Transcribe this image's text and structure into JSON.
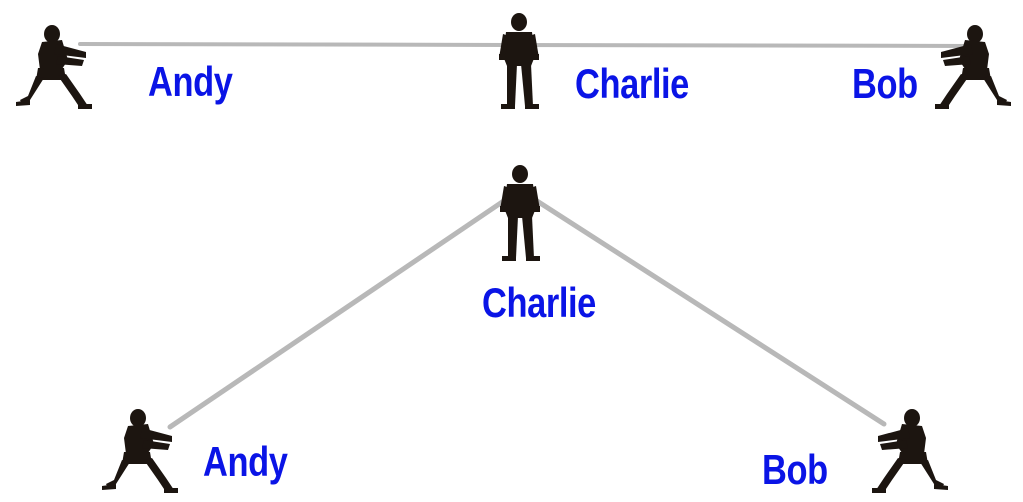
{
  "colors": {
    "label": "#0a14e6",
    "rope": "#b8b8b8",
    "silhouette": "#1c1510"
  },
  "scene_top": {
    "left_person": {
      "name": "Andy",
      "icon": "pulling-person-icon"
    },
    "middle_person": {
      "name": "Charlie",
      "icon": "standing-person-icon"
    },
    "right_person": {
      "name": "Bob",
      "icon": "pulling-person-icon"
    }
  },
  "scene_bottom": {
    "left_person": {
      "name": "Andy",
      "icon": "pulling-person-icon"
    },
    "middle_person": {
      "name": "Charlie",
      "icon": "standing-person-icon"
    },
    "right_person": {
      "name": "Bob",
      "icon": "pulling-person-icon"
    }
  }
}
